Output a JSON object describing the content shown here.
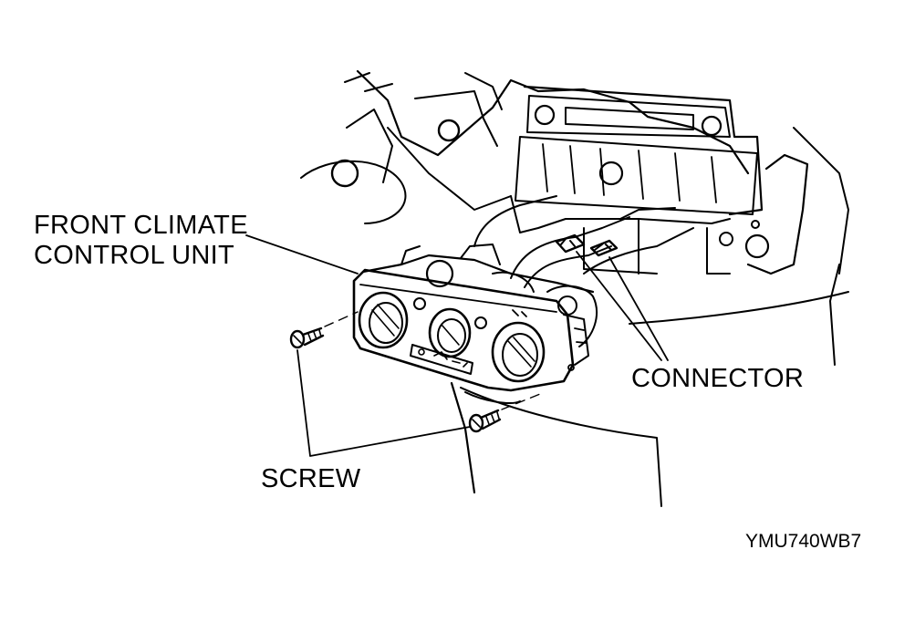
{
  "labels": {
    "unit_line1": "FRONT CLIMATE",
    "unit_line2": "CONTROL UNIT",
    "connector": "CONNECTOR",
    "screw": "SCREW",
    "figure_code": "YMU740WB7"
  },
  "colors": {
    "ink": "#000000",
    "paper": "#ffffff"
  }
}
